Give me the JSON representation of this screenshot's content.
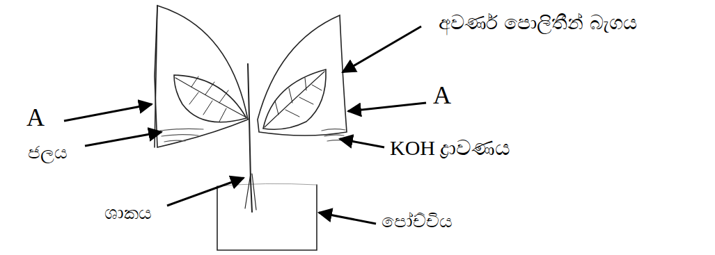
{
  "diagram": {
    "labels": [
      "අවර්ණ පොලිතීන් බැගය",
      "A",
      "A",
      "ජලය",
      "KOH ද්‍රාවණය",
      "ශාකය",
      "පෝච්චිය"
    ]
  }
}
